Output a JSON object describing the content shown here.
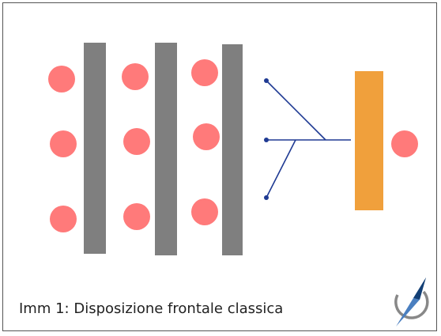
{
  "caption": "Imm 1: Disposizione frontale classica",
  "colors": {
    "student": "#ff7a7a",
    "desk": "#7f7f7f",
    "teacher_desk": "#f0a03c",
    "connector": "#1f3a93",
    "frame": "#555555",
    "logo_blue": "#1a4f8c",
    "logo_gray": "#888888"
  },
  "diagram": {
    "desk_rows": 3,
    "students_per_row": 3,
    "connector_endpoints": 3,
    "teacher": 1
  },
  "icons": [
    "compass-logo-icon"
  ]
}
